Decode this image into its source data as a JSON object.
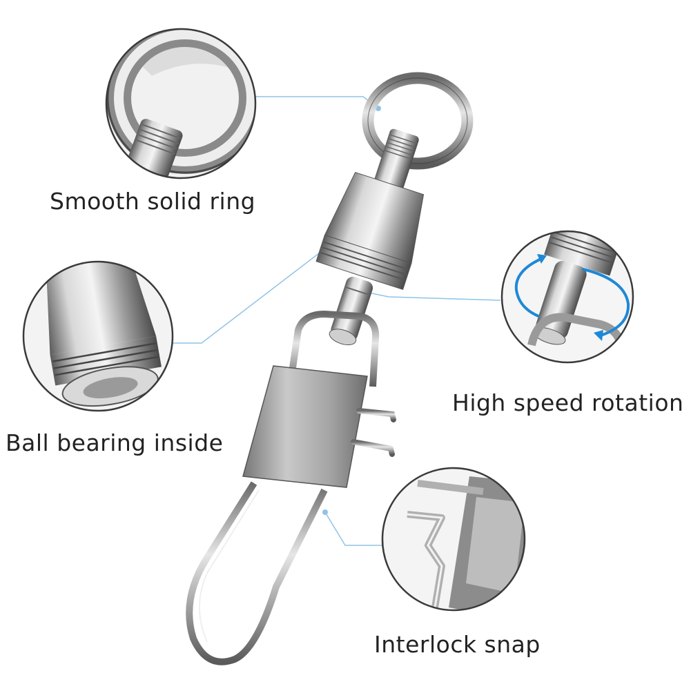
{
  "features": {
    "ring": "Smooth solid ring",
    "bearing": "Ball bearing inside",
    "rotation": "High speed rotation",
    "snap": "Interlock snap"
  },
  "icons": {
    "rotation_arrows": "rotation-arrows-icon"
  },
  "colors": {
    "background": "#ffffff",
    "text": "#222222",
    "callout_line": "#8fc3e6",
    "rotation_arrow": "#1e88d6",
    "circle_border": "#3a3a3a",
    "metal_dark": "#4a4a4a",
    "metal_light": "#e9e9e9"
  }
}
